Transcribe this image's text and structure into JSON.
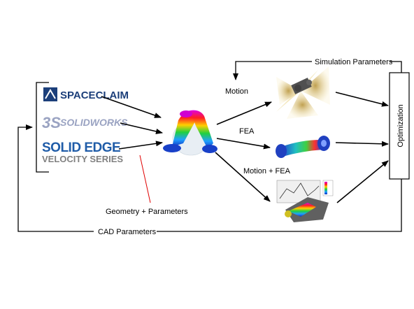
{
  "logos": {
    "spaceclaim": "SPACECLAIM",
    "solidworks": "SOLIDWORKS",
    "solid_edge_line1": "SOLID EDGE",
    "solid_edge_line2": "VELOCITY SERIES"
  },
  "labels": {
    "geometry_parameters": "Geometry + Parameters",
    "motion": "Motion",
    "fea": "FEA",
    "motion_fea": "Motion + FEA",
    "simulation_parameters": "Simulation Parameters",
    "cad_parameters": "CAD Parameters",
    "optimization": "Optimization"
  },
  "colors": {
    "spaceclaim_blue": "#1c3f7a",
    "solidworks_gray": "#9aa3c2",
    "solid_edge_blue": "#1f5ca8",
    "velocity_gray": "#808080",
    "annotation_red": "#e00000"
  }
}
